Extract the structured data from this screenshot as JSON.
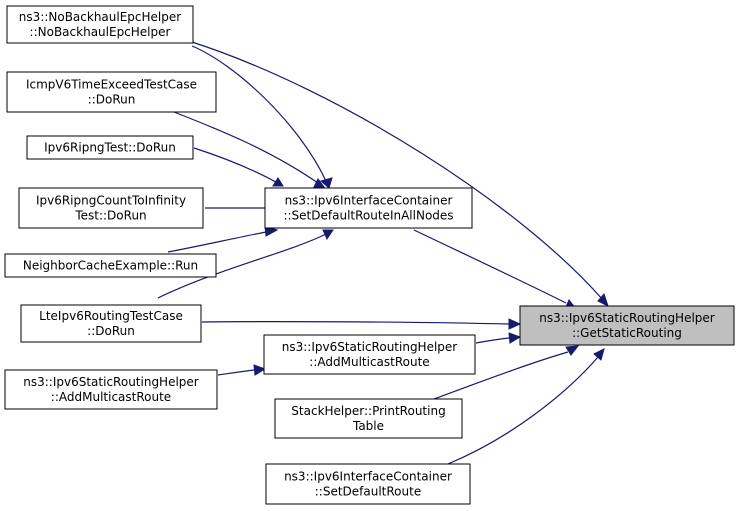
{
  "nodes": {
    "nobackhaul": {
      "lines": [
        "ns3::NoBackhaulEpcHelper",
        "::NoBackhaulEpcHelper"
      ]
    },
    "icmpv6": {
      "lines": [
        "IcmpV6TimeExceedTestCase",
        "::DoRun"
      ]
    },
    "ripng": {
      "lines": [
        "Ipv6RipngTest::DoRun"
      ]
    },
    "ripngcount": {
      "lines": [
        "Ipv6RipngCountToInfinity",
        "Test::DoRun"
      ]
    },
    "neighbor": {
      "lines": [
        "NeighborCacheExample::Run"
      ]
    },
    "lte": {
      "lines": [
        "LteIpv6RoutingTestCase",
        "::DoRun"
      ]
    },
    "addmc_left": {
      "lines": [
        "ns3::Ipv6StaticRoutingHelper",
        "::AddMulticastRoute"
      ]
    },
    "setdefall": {
      "lines": [
        "ns3::Ipv6InterfaceContainer",
        "::SetDefaultRouteInAllNodes"
      ]
    },
    "addmc_mid": {
      "lines": [
        "ns3::Ipv6StaticRoutingHelper",
        "::AddMulticastRoute"
      ]
    },
    "stackhelper": {
      "lines": [
        "StackHelper::PrintRouting",
        "Table"
      ]
    },
    "setdef": {
      "lines": [
        "ns3::Ipv6InterfaceContainer",
        "::SetDefaultRoute"
      ]
    },
    "getstatic": {
      "lines": [
        "ns3::Ipv6StaticRoutingHelper",
        "::GetStaticRouting"
      ]
    }
  },
  "edges": [
    [
      "nobackhaul",
      "setdefall"
    ],
    [
      "nobackhaul",
      "getstatic"
    ],
    [
      "icmpv6",
      "setdefall"
    ],
    [
      "ripng",
      "setdefall"
    ],
    [
      "ripngcount",
      "setdefall"
    ],
    [
      "neighbor",
      "setdefall"
    ],
    [
      "lte",
      "setdefall"
    ],
    [
      "lte",
      "getstatic"
    ],
    [
      "addmc_left",
      "addmc_mid"
    ],
    [
      "setdefall",
      "getstatic"
    ],
    [
      "addmc_mid",
      "getstatic"
    ],
    [
      "stackhelper",
      "getstatic"
    ],
    [
      "setdef",
      "getstatic"
    ]
  ],
  "colors": {
    "edge": "#191970",
    "target_fill": "#bfbfbf",
    "node_border": "#000000"
  }
}
